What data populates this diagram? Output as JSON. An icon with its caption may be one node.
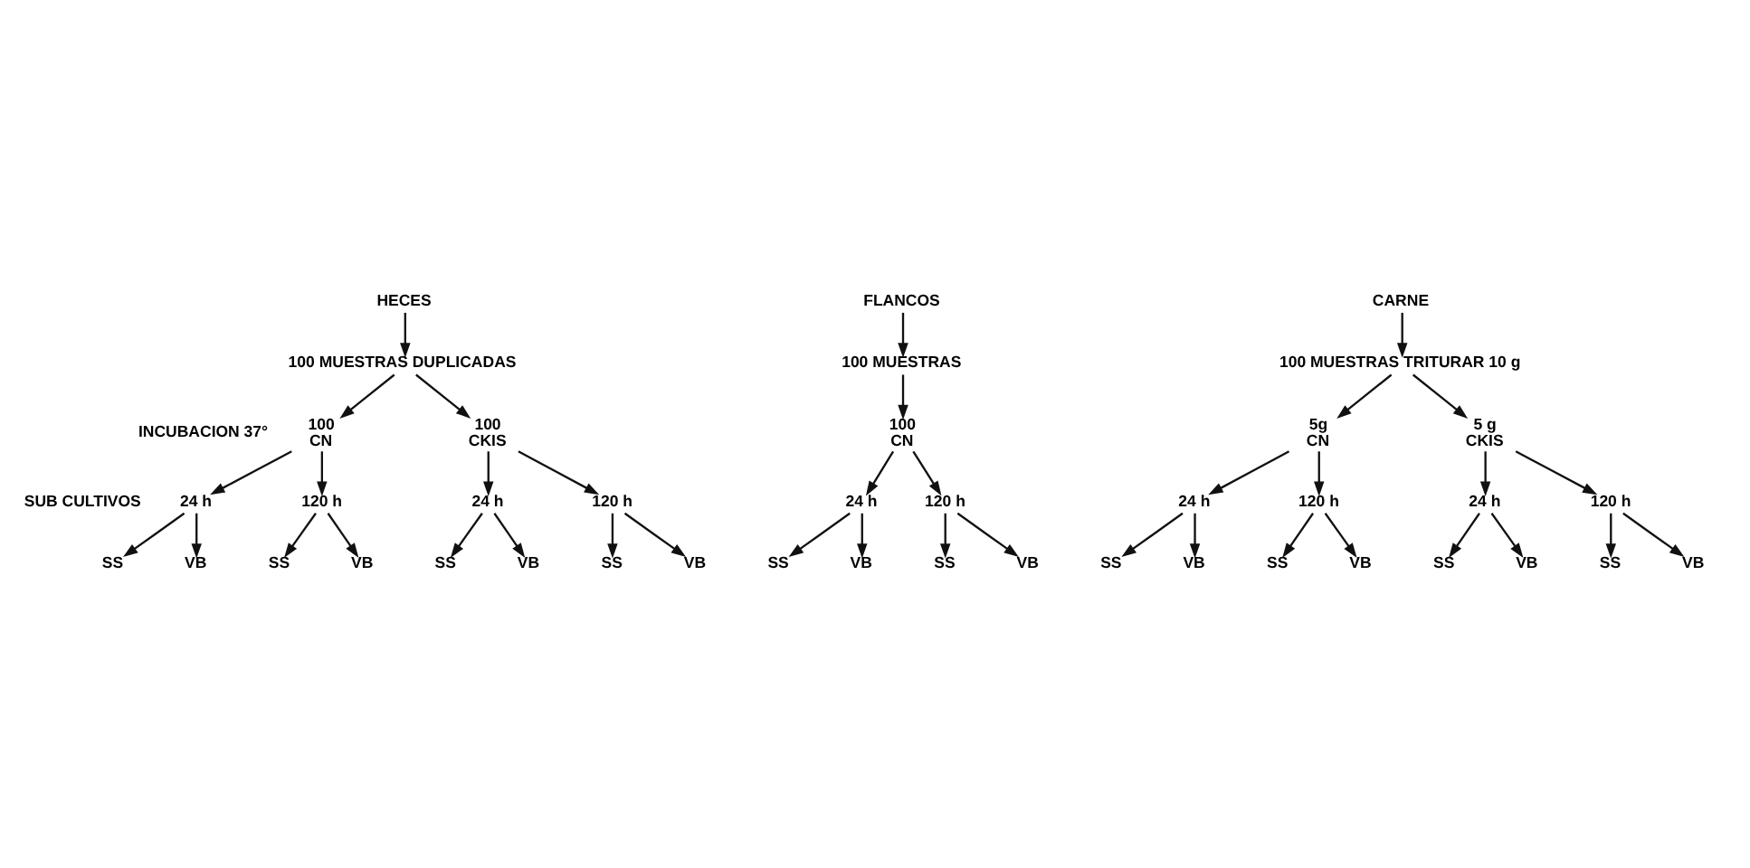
{
  "diagram": {
    "nodes": [
      {
        "text": [
          "HECES"
        ]
      },
      {
        "text": [
          "FLANCOS"
        ]
      },
      {
        "text": [
          "CARNE"
        ]
      },
      {
        "text": [
          "100 MUESTRAS DUPLICADAS"
        ]
      },
      {
        "text": [
          "100 MUESTRAS"
        ]
      },
      {
        "text": [
          "100 MUESTRAS TRITURAR 10 g"
        ]
      },
      {
        "text": [
          "100",
          "CN"
        ]
      },
      {
        "text": [
          "100",
          "CKIS"
        ]
      },
      {
        "text": [
          "100",
          "CN"
        ]
      },
      {
        "text": [
          "5g",
          "CN"
        ]
      },
      {
        "text": [
          "5 g",
          "CKIS"
        ]
      },
      {
        "text": [
          "24 h"
        ]
      },
      {
        "text": [
          "120 h"
        ]
      },
      {
        "text": [
          "24 h"
        ]
      },
      {
        "text": [
          "120 h"
        ]
      },
      {
        "text": [
          "24 h"
        ]
      },
      {
        "text": [
          "120 h"
        ]
      },
      {
        "text": [
          "24 h"
        ]
      },
      {
        "text": [
          "120 h"
        ]
      },
      {
        "text": [
          "24 h"
        ]
      },
      {
        "text": [
          "120 h"
        ]
      },
      {
        "text": [
          "SS"
        ]
      },
      {
        "text": [
          "VB"
        ]
      },
      {
        "text": [
          "SS"
        ]
      },
      {
        "text": [
          "VB"
        ]
      },
      {
        "text": [
          "SS"
        ]
      },
      {
        "text": [
          "VB"
        ]
      },
      {
        "text": [
          "SS"
        ]
      },
      {
        "text": [
          "VB"
        ]
      },
      {
        "text": [
          "SS"
        ]
      },
      {
        "text": [
          "VB"
        ]
      },
      {
        "text": [
          "SS"
        ]
      },
      {
        "text": [
          "VB"
        ]
      },
      {
        "text": [
          "SS"
        ]
      },
      {
        "text": [
          "VB"
        ]
      },
      {
        "text": [
          "SS"
        ]
      },
      {
        "text": [
          "VB"
        ]
      },
      {
        "text": [
          "SS"
        ]
      },
      {
        "text": [
          "VB"
        ]
      },
      {
        "text": [
          "SS"
        ]
      },
      {
        "text": [
          "VB"
        ]
      }
    ],
    "edges": [
      {
        "from": 0,
        "to": 3,
        "arrow": "to"
      },
      {
        "from": 1,
        "to": 4,
        "arrow": "to"
      },
      {
        "from": 2,
        "to": 5,
        "arrow": "to"
      },
      {
        "from": 3,
        "to": 6,
        "arrow": "to"
      },
      {
        "from": 3,
        "to": 7,
        "arrow": "to"
      },
      {
        "from": 4,
        "to": 8,
        "arrow": "to"
      },
      {
        "from": 5,
        "to": 9,
        "arrow": "to"
      },
      {
        "from": 5,
        "to": 10,
        "arrow": "to"
      },
      {
        "from": 6,
        "to": 11,
        "arrow": "to"
      },
      {
        "from": 6,
        "to": 12,
        "arrow": "to"
      },
      {
        "from": 7,
        "to": 13,
        "arrow": "to"
      },
      {
        "from": 7,
        "to": 14,
        "arrow": "to"
      },
      {
        "from": 8,
        "to": 15,
        "arrow": "to"
      },
      {
        "from": 8,
        "to": 16,
        "arrow": "to"
      },
      {
        "from": 9,
        "to": 17,
        "arrow": "to"
      },
      {
        "from": 9,
        "to": 18,
        "arrow": "to"
      },
      {
        "from": 10,
        "to": 19,
        "arrow": "to"
      },
      {
        "from": 10,
        "to": 20,
        "arrow": "to"
      },
      {
        "from": 11,
        "to": 21,
        "arrow": "to"
      },
      {
        "from": 11,
        "to": 22,
        "arrow": "to"
      },
      {
        "from": 12,
        "to": 23,
        "arrow": "to"
      },
      {
        "from": 12,
        "to": 24,
        "arrow": "to"
      },
      {
        "from": 13,
        "to": 25,
        "arrow": "to"
      },
      {
        "from": 13,
        "to": 26,
        "arrow": "to"
      },
      {
        "from": 14,
        "to": 27,
        "arrow": "to"
      },
      {
        "from": 14,
        "to": 28,
        "arrow": "to"
      },
      {
        "from": 15,
        "to": 29,
        "arrow": "to"
      },
      {
        "from": 15,
        "to": 30,
        "arrow": "to"
      },
      {
        "from": 16,
        "to": 31,
        "arrow": "to"
      },
      {
        "from": 16,
        "to": 32,
        "arrow": "to"
      },
      {
        "from": 17,
        "to": 33,
        "arrow": "to"
      },
      {
        "from": 17,
        "to": 34,
        "arrow": "to"
      },
      {
        "from": 18,
        "to": 35,
        "arrow": "to"
      },
      {
        "from": 18,
        "to": 36,
        "arrow": "to"
      },
      {
        "from": 19,
        "to": 37,
        "arrow": "to"
      },
      {
        "from": 19,
        "to": 38,
        "arrow": "to"
      },
      {
        "from": 20,
        "to": 39,
        "arrow": "to"
      },
      {
        "from": 20,
        "to": 40,
        "arrow": "to"
      }
    ],
    "labels": [
      "INCUBACION 37°",
      "SUB CULTIVOS"
    ]
  }
}
